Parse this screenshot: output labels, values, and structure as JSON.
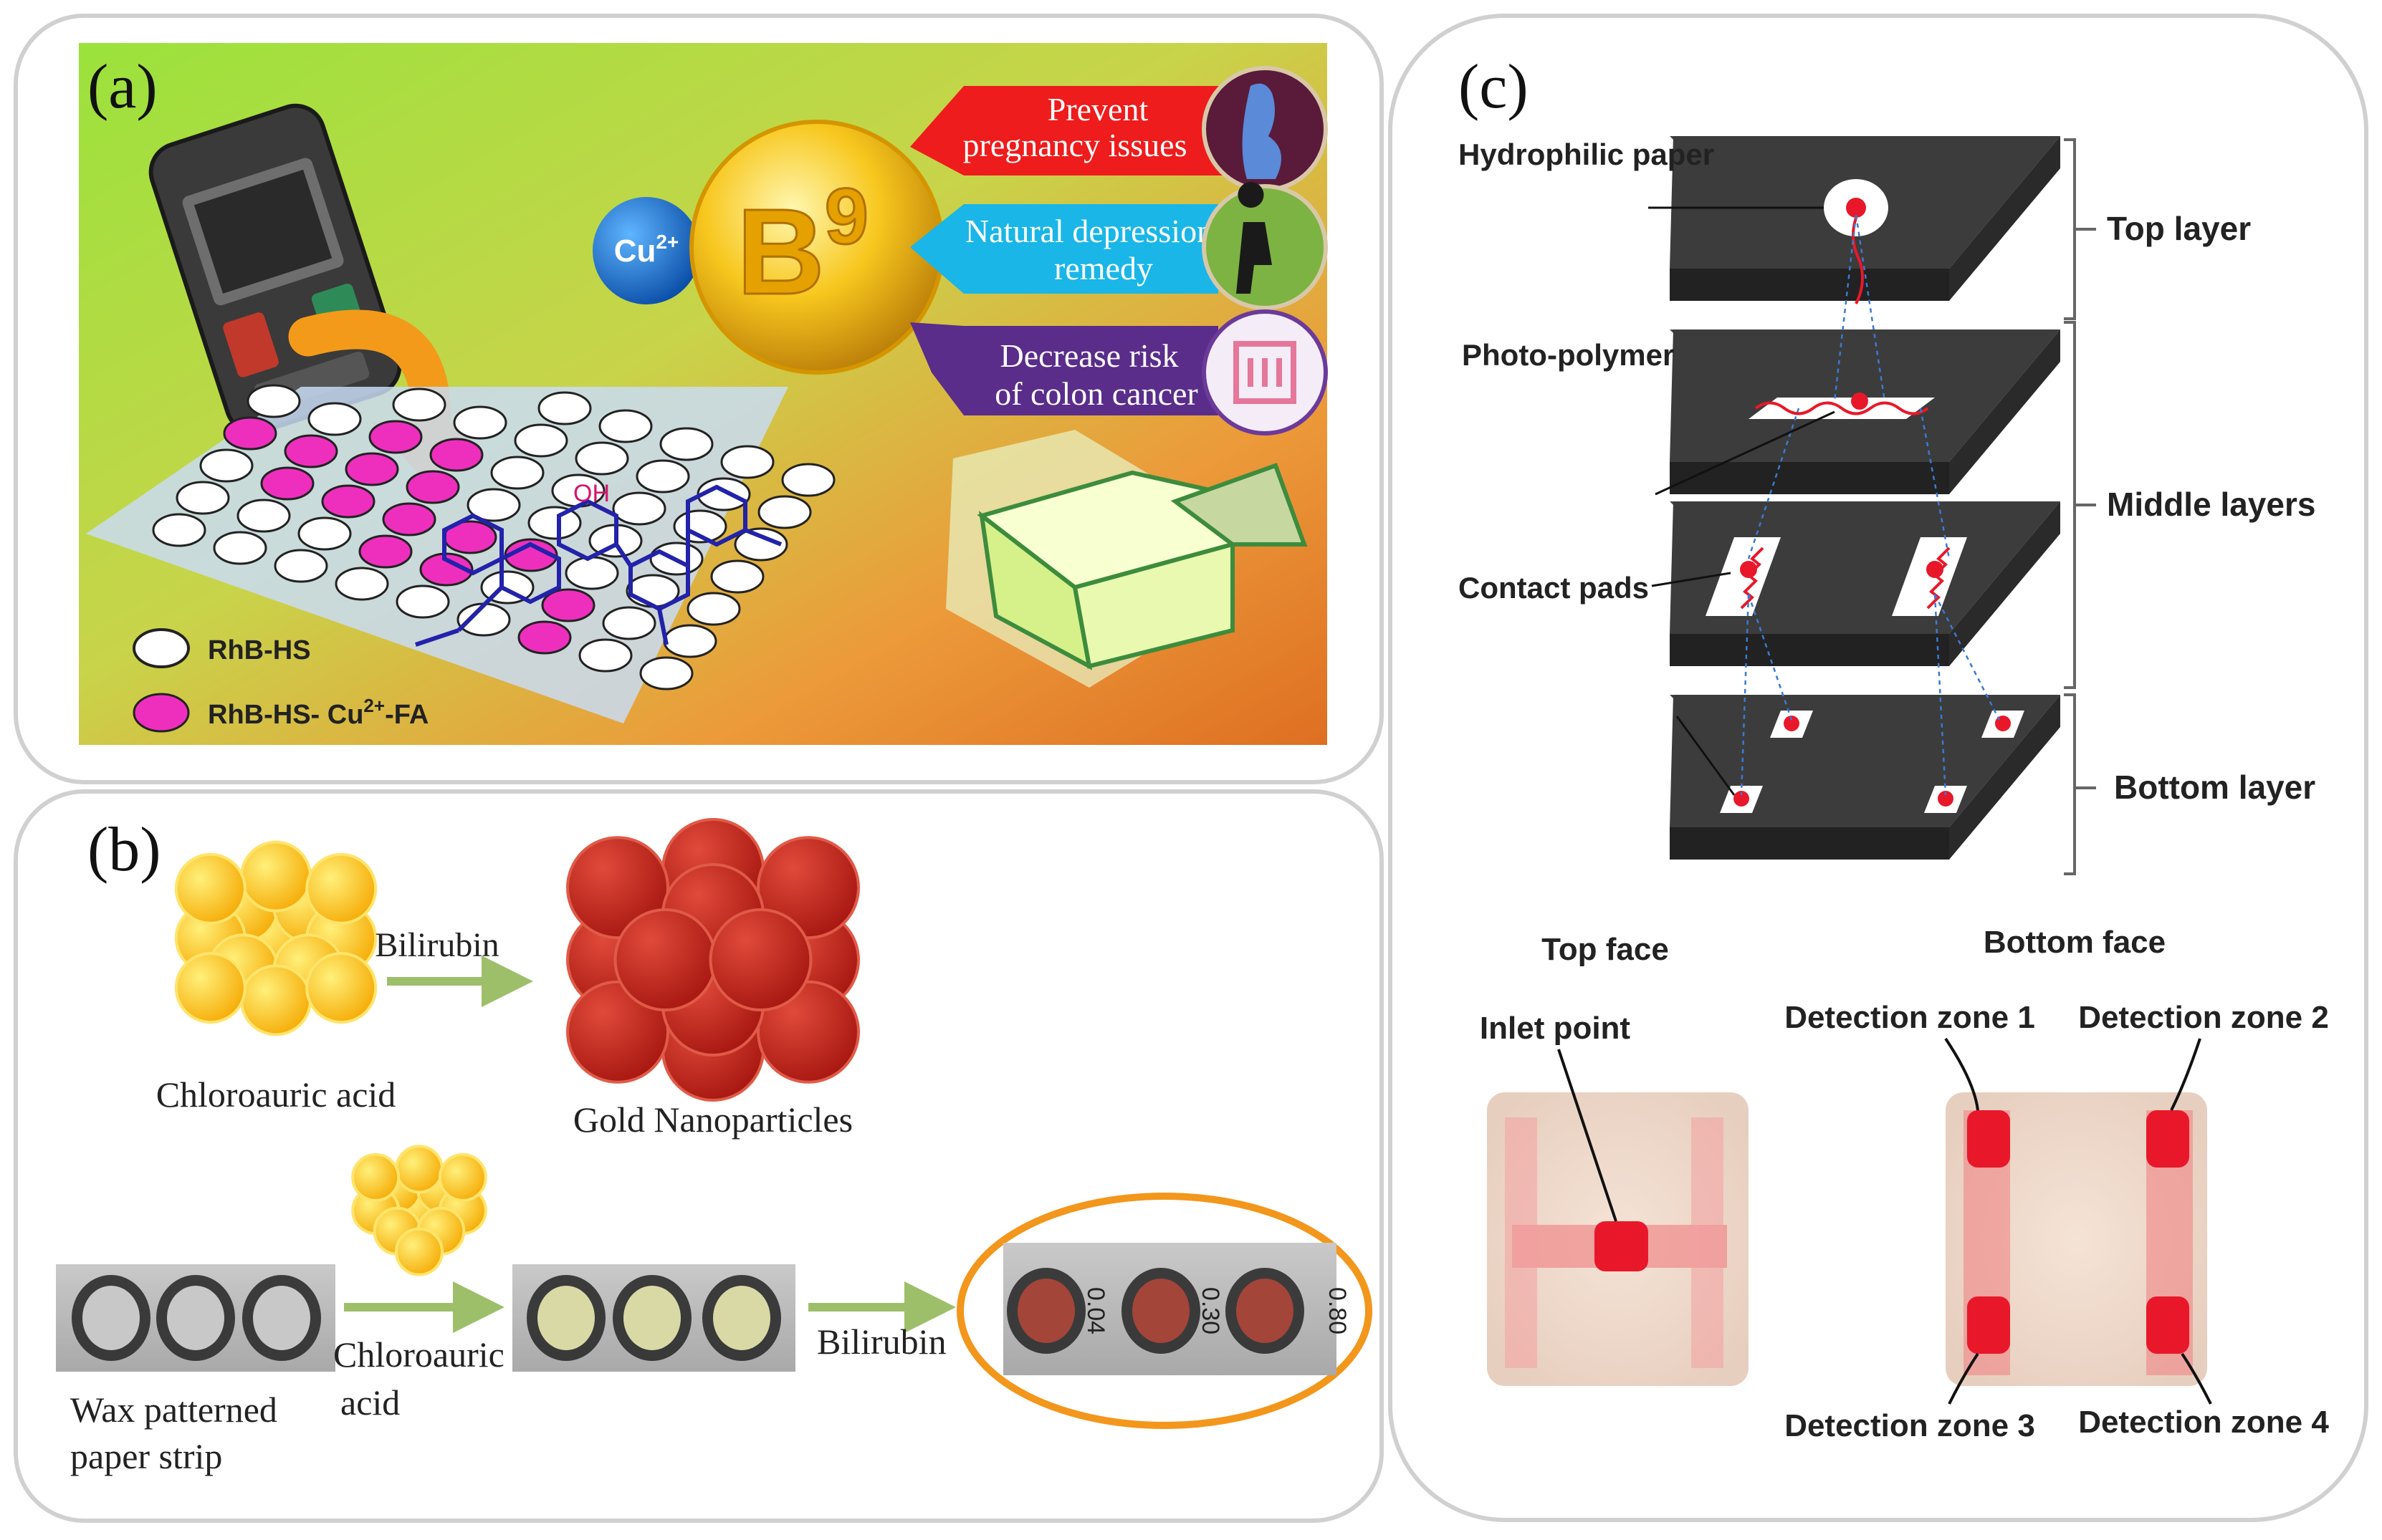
{
  "panel_a": {
    "label": "(a)",
    "ion": "Cu",
    "ion_charge": "2+",
    "vitamin": "B",
    "vitamin_sup": "9",
    "benefit1_line1": "Prevent",
    "benefit1_line2": "pregnancy issues",
    "benefit2_line1": "Natural depression",
    "benefit2_line2": "remedy",
    "benefit3_line1": "Decrease risk",
    "benefit3_line2": "of colon cancer",
    "legend1": "RhB-HS",
    "legend2_pre": "RhB-HS- Cu",
    "legend2_sup": "2+",
    "legend2_post": "-FA",
    "colors": {
      "bg_green": "#86dc34",
      "bg_orange": "#e0782a",
      "pink": "#ee2fbe",
      "banner1": "#ee1c1c",
      "banner2": "#1ab6e8",
      "banner3": "#5a2d8a"
    }
  },
  "panel_b": {
    "label": "(b)",
    "precursor": "Chloroauric acid",
    "reagent1": "Bilirubin",
    "product": "Gold Nanoparticles",
    "strip_line1": "Wax patterned",
    "strip_line2": "paper strip",
    "reagent2_line1": "Chloroauric",
    "reagent2_line2": "acid",
    "reagent3": "Bilirubin",
    "sample_labels": [
      "0.04",
      "0.30",
      "0.80"
    ],
    "colors": {
      "nanoparticle": "#cc2418",
      "precursor": "#ffc400",
      "arrow": "#9dbf6a",
      "highlight": "#f3961c"
    }
  },
  "panel_c": {
    "label": "(c)",
    "hydrophilic": "Hydrophilic paper",
    "photopolymer": "Photo-polymer",
    "contact": "Contact pads",
    "top_layer": "Top layer",
    "middle_layers": "Middle layers",
    "bottom_layer": "Bottom layer",
    "top_face": "Top face",
    "bottom_face": "Bottom face",
    "inlet": "Inlet point",
    "dz1": "Detection zone 1",
    "dz2": "Detection zone 2",
    "dz3": "Detection zone 3",
    "dz4": "Detection zone 4",
    "colors": {
      "layer": "#3c3c3c",
      "dot": "#e8182a"
    }
  }
}
